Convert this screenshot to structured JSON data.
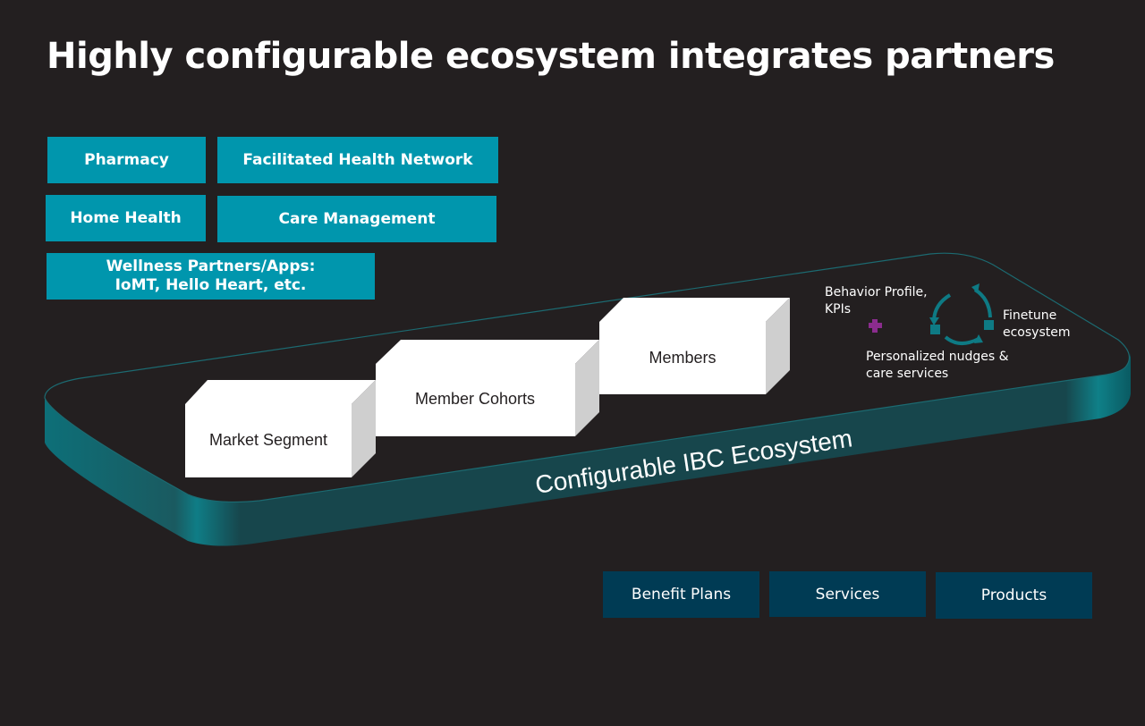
{
  "title": "Highly configurable ecosystem integrates partners",
  "partners": [
    {
      "label": "Pharmacy"
    },
    {
      "label": "Facilitated Health Network"
    },
    {
      "label": "Home Health"
    },
    {
      "label": "Care Management"
    },
    {
      "label_line1": "Wellness Partners/Apps:",
      "label_line2": "IoMT, Hello Heart, etc."
    }
  ],
  "platform": {
    "label": "Configurable IBC Ecosystem",
    "boxes": [
      "Market Segment",
      "Member Cohorts",
      "Members"
    ]
  },
  "loop": {
    "behavior": [
      "Behavior Profile,",
      "KPIs"
    ],
    "finetune": [
      "Finetune",
      "ecosystem"
    ],
    "nudges": [
      "Personalized nudges &",
      "care services"
    ],
    "plus_icon": "plus-icon",
    "cycle_icon": "cycle-arrows-icon"
  },
  "offerings": [
    "Benefit Plans",
    "Services",
    "Products"
  ],
  "colors": {
    "background": "#231f20",
    "partner": "#0096ad",
    "offering": "#003b54",
    "platform_side": "#1a4a4f",
    "accent_plus": "#8b2c8e",
    "loop": "#0e7a84"
  }
}
